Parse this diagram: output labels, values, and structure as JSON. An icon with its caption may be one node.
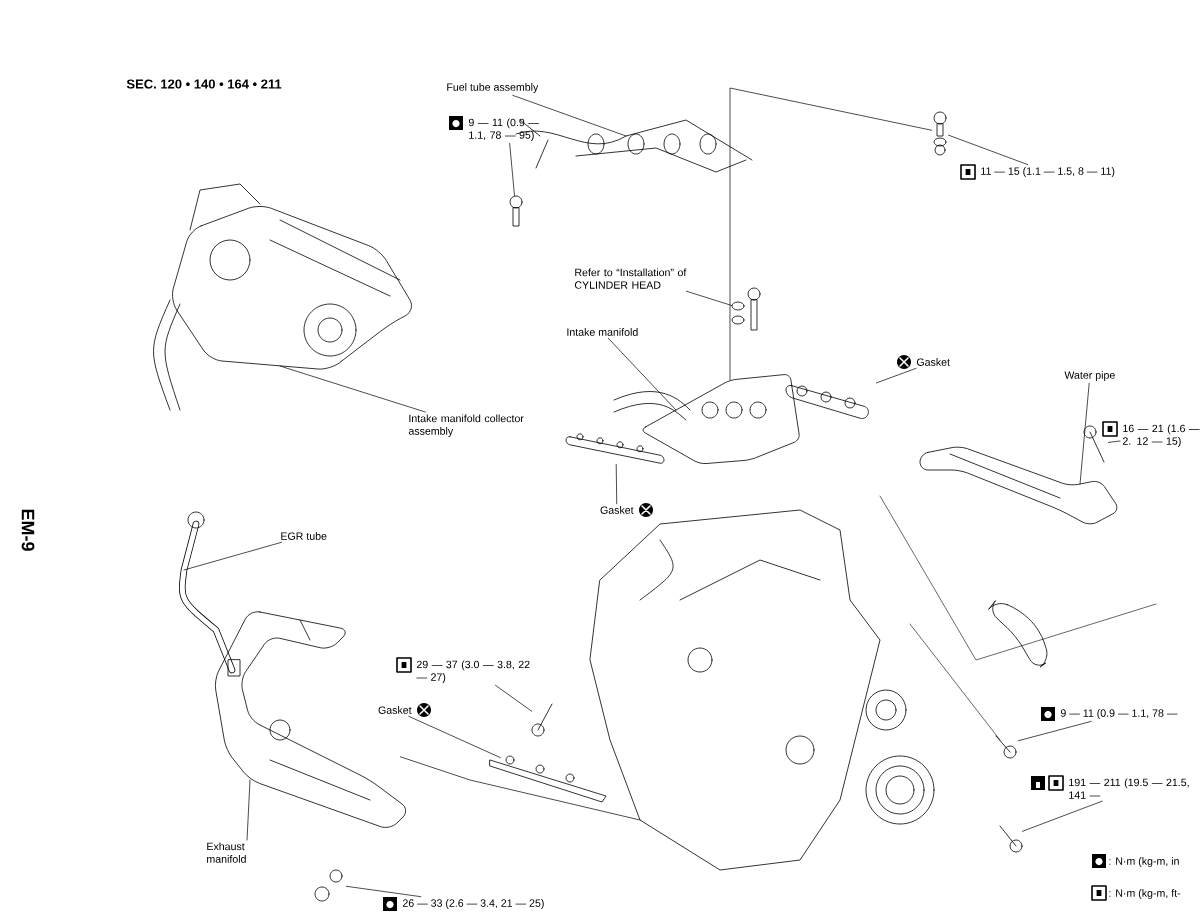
{
  "diagram": {
    "title": "SEC. 120 • 140 • 164 • 211",
    "nodes": [
      {
        "text": [
          "Fuel tube assembly"
        ]
      },
      {
        "text": [],
        "shape": "picture"
      },
      {
        "text": [
          "9 — 11 (0.9 — 1.1, 78 — 95)"
        ]
      },
      {
        "text": [],
        "shape": "picture"
      },
      {
        "text": [
          "Intake manifold collector assembly"
        ]
      },
      {
        "text": [],
        "shape": "picture"
      },
      {
        "text": [
          "11 — 15 (1.1 — 1.5, 8 — 11)"
        ]
      },
      {
        "text": [],
        "shape": "picture"
      },
      {
        "text": [
          "Refer to “Installation” of CYLINDER HEAD"
        ]
      },
      {
        "text": [],
        "shape": "picture"
      },
      {
        "text": [
          "Intake manifold"
        ]
      },
      {
        "text": [],
        "shape": "picture"
      },
      {
        "text": [
          "Gasket"
        ]
      },
      {
        "text": [],
        "shape": "picture"
      },
      {
        "text": [
          "Water pipe"
        ]
      },
      {
        "text": [],
        "shape": "picture"
      },
      {
        "text": [
          "16 — 21 (1.6 — 2. 12 — 15)"
        ]
      },
      {
        "text": [],
        "shape": "picture"
      },
      {
        "text": [
          "Gasket"
        ]
      },
      {
        "text": [],
        "shape": "picture"
      },
      {
        "text": [
          "EGR tube"
        ]
      },
      {
        "text": [],
        "shape": "picture"
      },
      {
        "text": [
          "29 — 37 (3.0 — 3.8, 22 — 27)"
        ]
      },
      {
        "text": [],
        "shape": "picture"
      },
      {
        "text": [
          "Gasket"
        ]
      },
      {
        "text": [],
        "shape": "picture"
      },
      {
        "text": [
          "Exhaust manifold"
        ]
      },
      {
        "text": [],
        "shape": "picture"
      },
      {
        "text": [
          "9 — 11 (0.9 — 1.1, 78 —"
        ]
      },
      {
        "text": [],
        "shape": "picture"
      },
      {
        "text": [
          "191 — 211 (19.5 — 21.5, 141 —"
        ]
      },
      {
        "text": [],
        "shape": "picture"
      },
      {
        "text": [
          "26 — 33 (2.6 — 3.4, 21 — 25)"
        ]
      },
      {
        "text": [],
        "shape": "picture"
      },
      {
        "text": [],
        "shape": "picture"
      }
    ],
    "edges": [
      {
        "from": 0,
        "to": 1,
        "arrow": "none"
      },
      {
        "from": 2,
        "to": 3,
        "arrow": "none"
      },
      {
        "from": 4,
        "to": 5,
        "arrow": "none"
      },
      {
        "from": 6,
        "to": 7,
        "arrow": "none"
      },
      {
        "from": 8,
        "to": 9,
        "arrow": "none"
      },
      {
        "from": 10,
        "to": 11,
        "arrow": "none"
      },
      {
        "from": 12,
        "to": 13,
        "arrow": "none"
      },
      {
        "from": 14,
        "to": 15,
        "arrow": "none"
      },
      {
        "from": 16,
        "to": 17,
        "arrow": "none"
      },
      {
        "from": 18,
        "to": 19,
        "arrow": "none"
      },
      {
        "from": 20,
        "to": 21,
        "arrow": "none"
      },
      {
        "from": 22,
        "to": 23,
        "arrow": "none"
      },
      {
        "from": 24,
        "to": 25,
        "arrow": "none"
      },
      {
        "from": 26,
        "to": 27,
        "arrow": "none"
      },
      {
        "from": 28,
        "to": 29,
        "arrow": "none"
      },
      {
        "from": 30,
        "to": 31,
        "arrow": "none"
      },
      {
        "from": 32,
        "to": 33,
        "arrow": "none"
      },
      {
        "from": 7,
        "to": 11,
        "arrow": "none"
      },
      {
        "from": 27,
        "to": 34,
        "arrow": "none"
      }
    ],
    "labels": [
      "EM-9"
    ],
    "legend": [
      {
        "text": ": N·m (kg-m, in"
      },
      {
        "text": ": N·m (kg-m, ft-"
      }
    ]
  }
}
